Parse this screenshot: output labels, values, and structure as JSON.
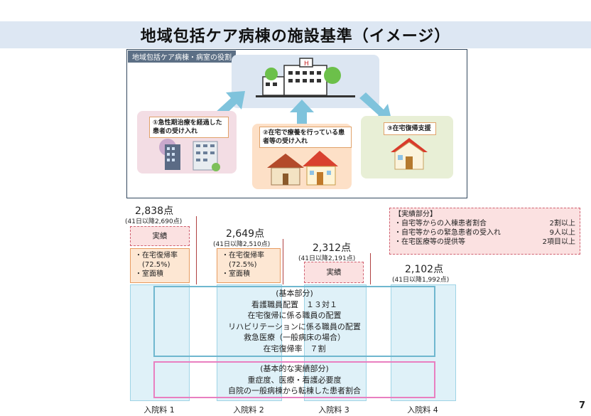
{
  "title": "地域包括ケア病棟の施設基準（イメージ）",
  "roles": {
    "label": "地域包括ケア病棟・病室の役割",
    "role1": "①急性期治療を経過した患者の受け入れ",
    "role2": "②在宅で療養を行っている患者等の受け入れ",
    "role3": "③在宅復帰支援"
  },
  "columns": [
    {
      "points": "2,838点",
      "sub": "(41日以降2,690点)",
      "label": "入院料 1"
    },
    {
      "points": "2,649点",
      "sub": "(41日以降2,510点)",
      "label": "入院料 2"
    },
    {
      "points": "2,312点",
      "sub": "(41日以降2,191点)",
      "label": "入院料 3"
    },
    {
      "points": "2,102点",
      "sub": "(41日以降1,992点)",
      "label": "入院料 4"
    }
  ],
  "jisseki_label": "実績",
  "home_return": {
    "line1": "・在宅復帰率",
    "line2": "(72.5%)",
    "line3": "・室面積"
  },
  "results_box": {
    "heading": "【実績部分】",
    "items": [
      {
        "text": "・自宅等からの入棟患者割合",
        "value": "2割以上"
      },
      {
        "text": "・自宅等からの緊急患者の受入れ",
        "value": "9人以上"
      },
      {
        "text": "・在宅医療等の提供等",
        "value": "2項目以上"
      }
    ]
  },
  "basic": {
    "heading": "(基本部分)",
    "lines": [
      "看護職員配置　１３対１",
      "在宅復帰に係る職員の配置",
      "リハビリテーションに係る職員の配置",
      "救急医療（一般病床の場合）",
      "在宅復帰率　７割"
    ]
  },
  "performance": {
    "heading": "(基本的な実績部分)",
    "lines": [
      "重症度、医療・看護必要度",
      "自院の一般病棟から転棟した患者割合"
    ]
  },
  "page_number": "7",
  "colors": {
    "banner": "#dde7f3",
    "basic_border": "#6fb7cf",
    "perf_border": "#e97fc0",
    "column_fill": "#dff1f8",
    "pink": "#fbe1e1",
    "orange": "#fde7d3"
  }
}
